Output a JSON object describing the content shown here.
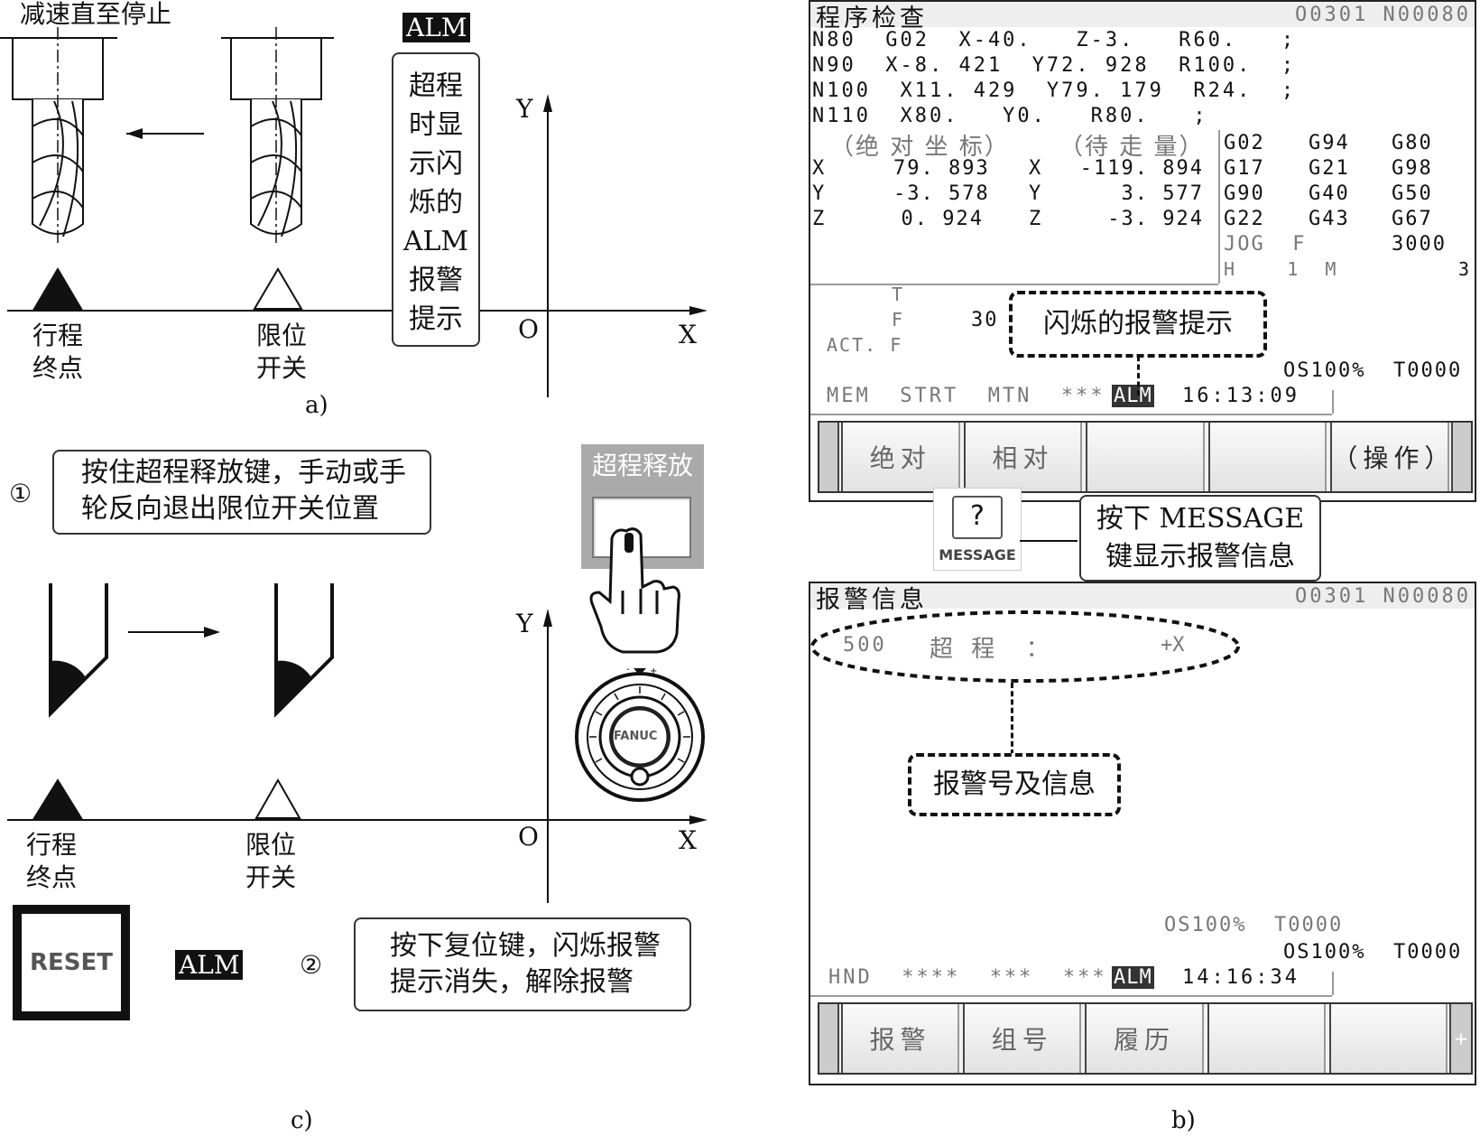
{
  "panel_a": {
    "top_label": "减速直至停止",
    "alm_badge": "ALM",
    "callout_lines": [
      "超程",
      "时显",
      "示闪",
      "烁的",
      "ALM",
      "报警",
      "提示"
    ],
    "stroke_end": [
      "行程",
      "终点"
    ],
    "limit_switch": [
      "限位",
      "开关"
    ],
    "axis_y": "Y",
    "axis_x": "X",
    "origin": "O",
    "caption": "a)"
  },
  "panel_c": {
    "step1_num": "①",
    "step1_text": [
      "按住超程释放键，手动或手",
      "轮反向退出限位开关位置"
    ],
    "release_key": "超程释放",
    "stroke_end": [
      "行程",
      "终点"
    ],
    "limit_switch": [
      "限位",
      "开关"
    ],
    "axis_y": "Y",
    "axis_x": "X",
    "origin": "O",
    "handwheel_brand": "FANUC",
    "reset_key": "RESET",
    "alm_badge": "ALM",
    "step2_num": "②",
    "step2_text": [
      "按下复位键，闪烁报警",
      "提示消失，解除报警"
    ],
    "caption": "c)"
  },
  "screen1": {
    "title": "程序检查",
    "prog": "O0301 N00080",
    "code": [
      "N80  G02  X-40.   Z-3.   R60.   ;",
      "N90  X-8. 421  Y72. 928  R100.  ;",
      "N100  X11. 429  Y79. 179  R24.  ;",
      "N110  X80.   Y0.   R80.   ;"
    ],
    "abs_header": "（绝 对 坐 标）",
    "dist_header": "（待 走 量）",
    "abs": [
      {
        "axis": "X",
        "value": "79. 893"
      },
      {
        "axis": "Y",
        "value": "-3. 578"
      },
      {
        "axis": "Z",
        "value": "0. 924"
      }
    ],
    "dist": [
      {
        "axis": "X",
        "value": "-119. 894"
      },
      {
        "axis": "Y",
        "value": "3. 577"
      },
      {
        "axis": "Z",
        "value": "-3. 924"
      }
    ],
    "gcodes": [
      [
        "G02",
        "G94",
        "G80"
      ],
      [
        "G17",
        "G21",
        "G98"
      ],
      [
        "G90",
        "G40",
        "G50"
      ],
      [
        "G22",
        "G43",
        "G67"
      ]
    ],
    "jog": "JOG  F",
    "jog_val": "3000",
    "hm": "H    1  M",
    "hm_val": "3",
    "t_label": "T",
    "f_label": "F",
    "f_val": "30",
    "actf_label": "ACT. F",
    "os_t": "OS100%  T0000",
    "status_mode": "MEM  STRT  MTN  ***",
    "alm": "ALM",
    "time": "16:13:09",
    "softkeys": [
      "绝对",
      "相对",
      "",
      "",
      "（操作）"
    ],
    "callout": "闪烁的报警提示"
  },
  "message_key": {
    "glyph": "?",
    "label": "MESSAGE",
    "callout": [
      "按下 MESSAGE",
      "键显示报警信息"
    ]
  },
  "screen2": {
    "title": "报警信息",
    "prog": "O0301 N00080",
    "alarm_no": "500",
    "alarm_text": "超 程  ：",
    "alarm_axis": "+X",
    "callout": "报警号及信息",
    "os_t": "OS100%  T0000",
    "status_mode": "HND  ****  ***  ***",
    "alm": "ALM",
    "time": "14:16:34",
    "softkeys": [
      "报警",
      "组号",
      "履历",
      "",
      ""
    ],
    "plus": "+",
    "caption": "b)"
  }
}
